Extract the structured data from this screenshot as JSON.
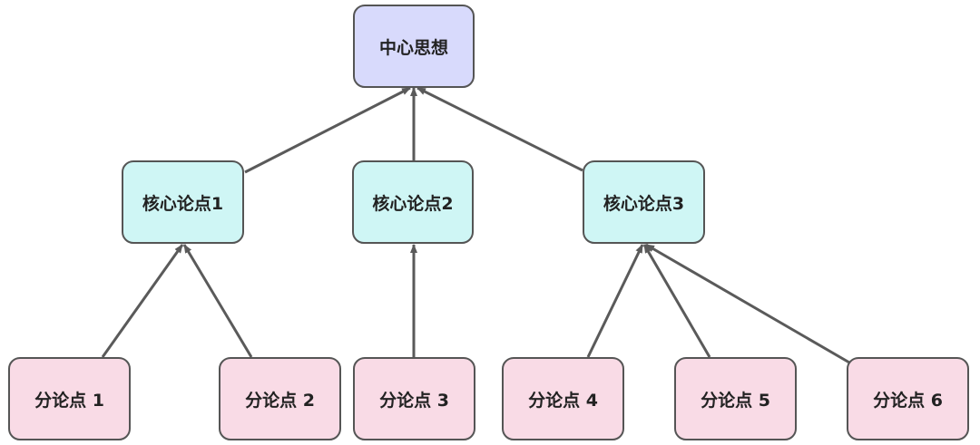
{
  "diagram": {
    "root": {
      "label": "中心思想"
    },
    "core": [
      {
        "label": "核心论点1"
      },
      {
        "label": "核心论点2"
      },
      {
        "label": "核心论点3"
      }
    ],
    "sub": [
      {
        "label": "分论点 1"
      },
      {
        "label": "分论点 2"
      },
      {
        "label": "分论点 3"
      },
      {
        "label": "分论点 4"
      },
      {
        "label": "分论点 5"
      },
      {
        "label": "分论点 6"
      }
    ],
    "edges": [
      {
        "from": "核心论点1",
        "to": "中心思想"
      },
      {
        "from": "核心论点2",
        "to": "中心思想"
      },
      {
        "from": "核心论点3",
        "to": "中心思想"
      },
      {
        "from": "分论点 1",
        "to": "核心论点1"
      },
      {
        "from": "分论点 2",
        "to": "核心论点1"
      },
      {
        "from": "分论点 3",
        "to": "核心论点2"
      },
      {
        "from": "分论点 4",
        "to": "核心论点3"
      },
      {
        "from": "分论点 5",
        "to": "核心论点3"
      },
      {
        "from": "分论点 6",
        "to": "核心论点3"
      }
    ],
    "colors": {
      "root_fill": "#d8dafc",
      "core_fill": "#cff6f5",
      "sub_fill": "#f9dbe6",
      "border": "#555555",
      "arrow": "#5a5a5a"
    }
  }
}
